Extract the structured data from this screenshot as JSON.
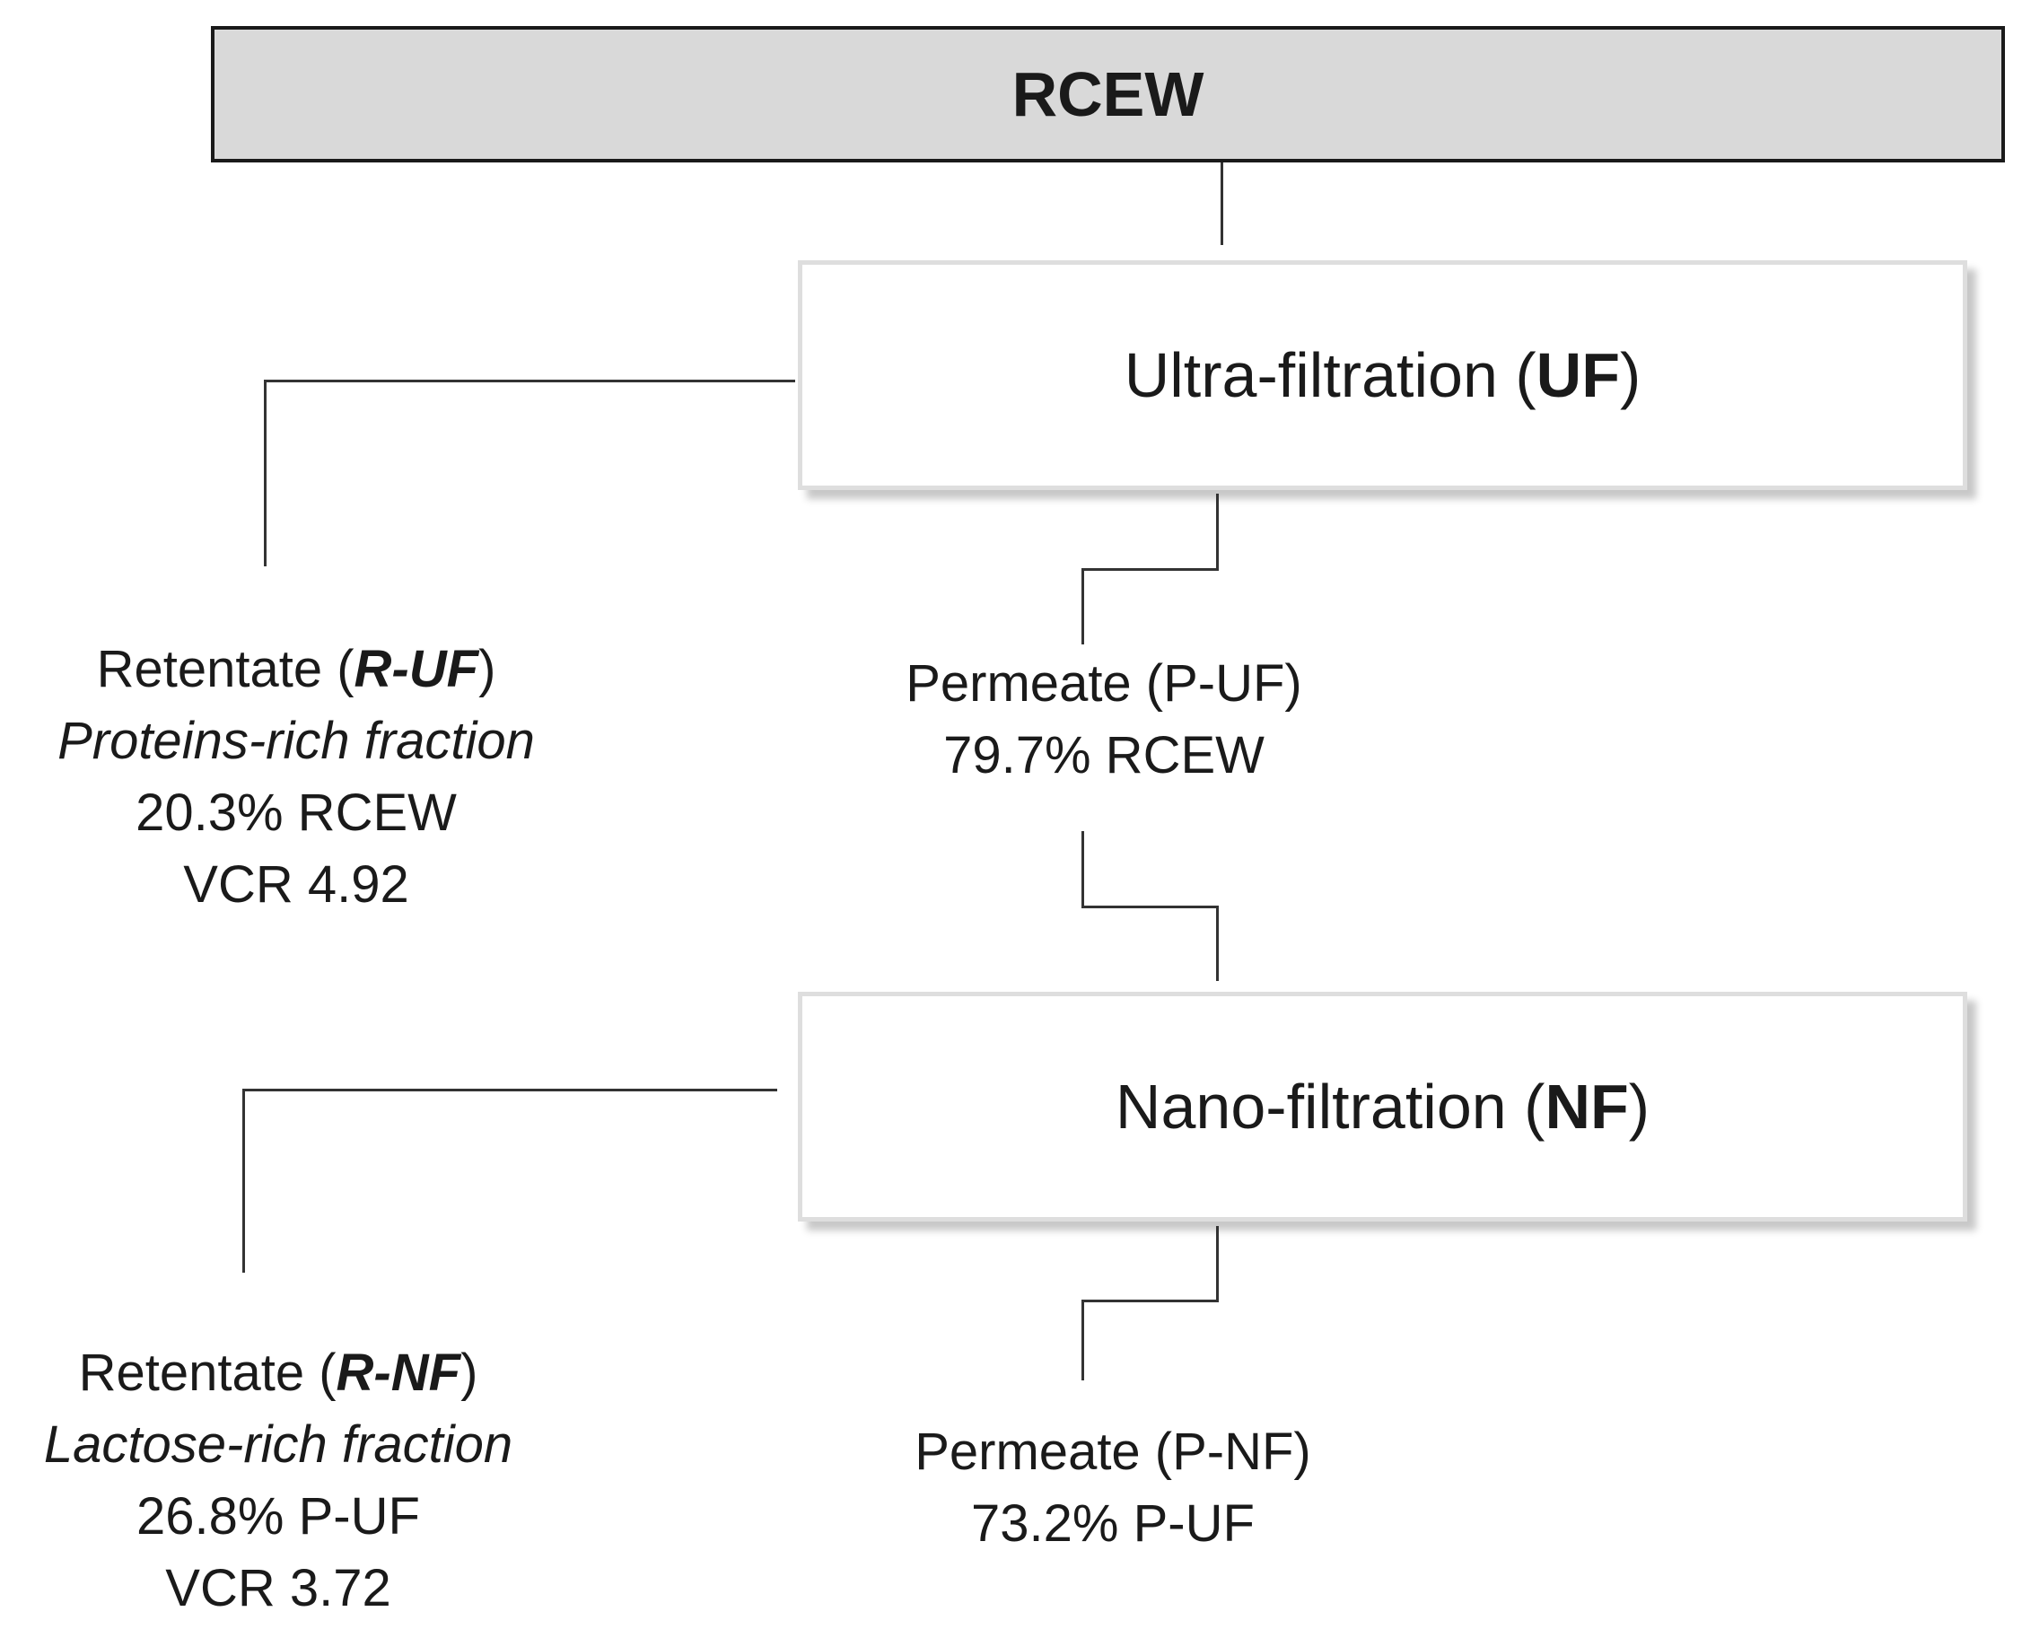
{
  "source": {
    "label": "RCEW"
  },
  "uf_step": {
    "name": "Ultra-filtration",
    "abbr": "UF"
  },
  "nf_step": {
    "name": "Nano-filtration",
    "abbr": "NF"
  },
  "retentate_uf": {
    "prefix": "Retentate",
    "code": "R-UF",
    "description": "Proteins-rich fraction",
    "percent": "20.3% RCEW",
    "vcr": "VCR 4.92"
  },
  "permeate_uf": {
    "title": "Permeate (P-UF)",
    "percent": "79.7% RCEW"
  },
  "retentate_nf": {
    "prefix": "Retentate",
    "code": "R-NF",
    "description": "Lactose-rich fraction",
    "percent": "26.8% P-UF",
    "vcr": "VCR 3.72"
  },
  "permeate_nf": {
    "title": "Permeate (P-NF)",
    "percent": "73.2% P-UF"
  }
}
